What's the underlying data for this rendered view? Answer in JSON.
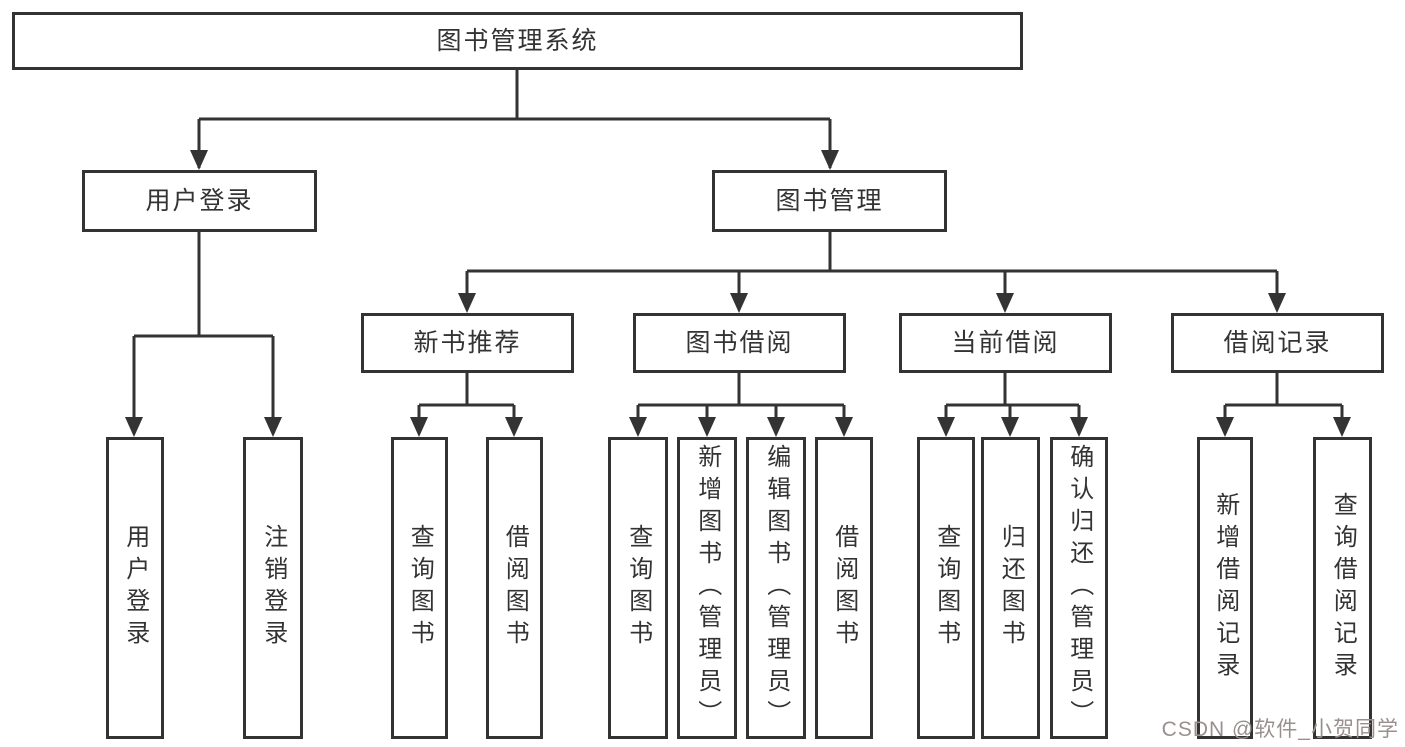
{
  "diagram": {
    "nodes": {
      "root": "图书管理系统",
      "l2": [
        "用户登录",
        "图书管理"
      ],
      "l3": [
        "新书推荐",
        "图书借阅",
        "当前借阅",
        "借阅记录"
      ],
      "l4": [
        "用户登录",
        "注销登录",
        "查询图书",
        "借阅图书",
        "查询图书",
        "新增图书（管理员）",
        "编辑图书（管理员）",
        "借阅图书",
        "查询图书",
        "归还图书",
        "确认归还（管理员）",
        "新增借阅记录",
        "查询借阅记录"
      ]
    },
    "watermark": "CSDN @软件_小贺同学",
    "colors": {
      "line": "#333333",
      "text": "#333333",
      "box_background": "#ffffff",
      "page_background": "#ffffff",
      "watermark": "#9a8f8f"
    }
  }
}
